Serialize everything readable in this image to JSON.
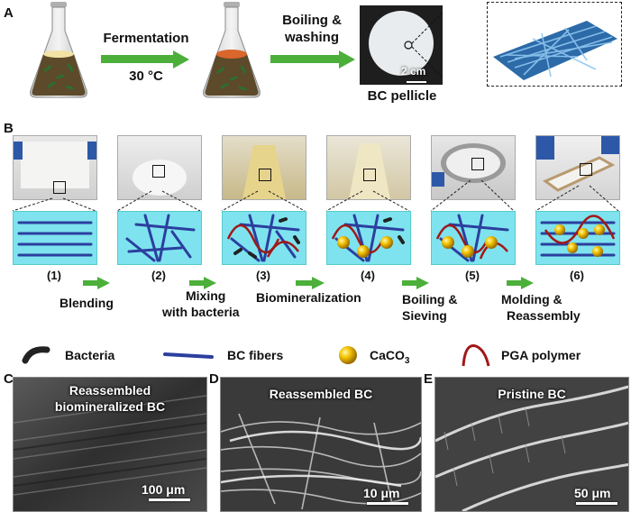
{
  "panels": {
    "a": "A",
    "b": "B",
    "c": "C",
    "d": "D",
    "e": "E"
  },
  "panel_a": {
    "step1": "Fermentation",
    "temp": "30 °C",
    "step2_line1": "Boiling &",
    "step2_line2": "washing",
    "pellicle_label": "BC pellicle",
    "scale": "2 cm"
  },
  "panel_b": {
    "steps": [
      "(1)",
      "(2)",
      "(3)",
      "(4)",
      "(5)",
      "(6)"
    ],
    "processes": {
      "blending": "Blending",
      "mixing_line1": "Mixing",
      "mixing_line2": "with bacteria",
      "biomineralization": "Biomineralization",
      "boiling_line1": "Boiling &",
      "boiling_line2": "Sieving",
      "molding_line1": "Molding &",
      "molding_line2": "Reassembly"
    }
  },
  "legend": {
    "bacteria": "Bacteria",
    "fibers": "BC fibers",
    "caco3_main": "CaCO",
    "caco3_sub": "3",
    "pga": "PGA polymer"
  },
  "panel_c": {
    "title_line1": "Reassembled",
    "title_line2": "biomineralized BC",
    "scale": "100 μm"
  },
  "panel_d": {
    "title": "Reassembled BC",
    "scale": "10 μm"
  },
  "panel_e": {
    "title": "Pristine BC",
    "scale": "50 μm"
  },
  "colors": {
    "arrow": "#4caf3a",
    "schematic_bg": "#7ee3ef",
    "fiber": "#2b3f9e",
    "bacteria": "#222222",
    "caco3": "#f0b400",
    "pga": "#a01818"
  }
}
